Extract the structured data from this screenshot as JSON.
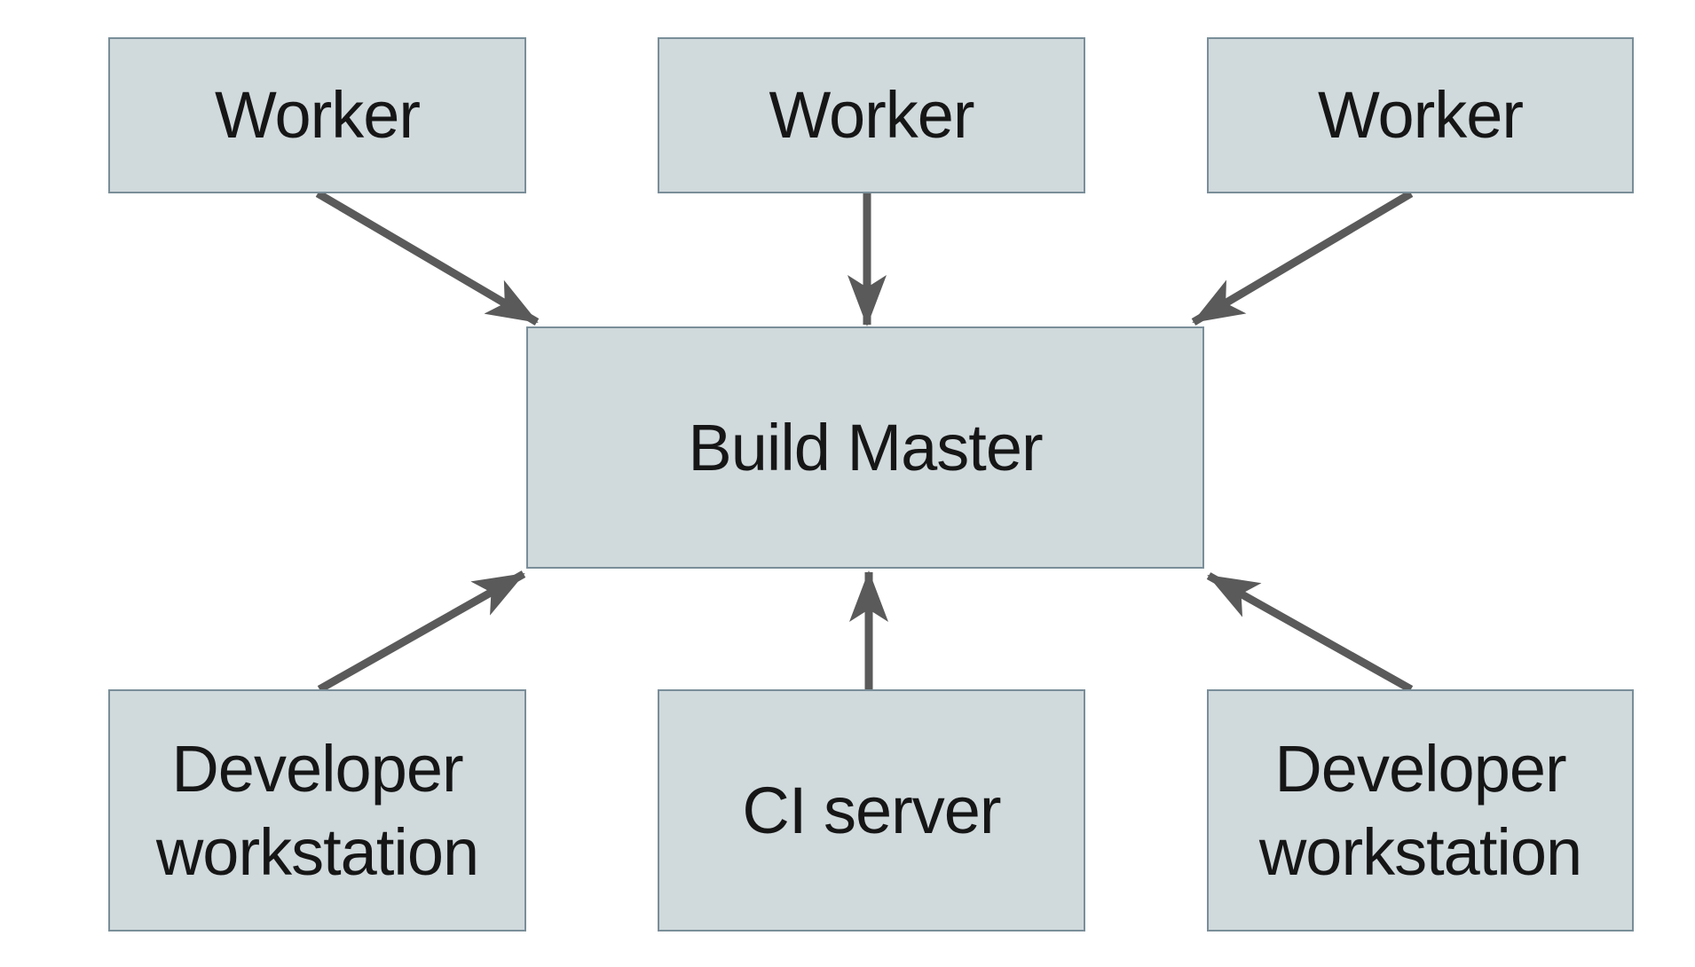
{
  "diagram": {
    "type": "architecture-diagram",
    "nodes": {
      "worker_left": {
        "label": "Worker"
      },
      "worker_middle": {
        "label": "Worker"
      },
      "worker_right": {
        "label": "Worker"
      },
      "build_master": {
        "label": "Build Master"
      },
      "dev_workstation_left": {
        "label": "Developer workstation"
      },
      "ci_server": {
        "label": "CI server"
      },
      "dev_workstation_right": {
        "label": "Developer workstation"
      }
    },
    "edges": [
      {
        "from": "worker_left",
        "to": "build_master"
      },
      {
        "from": "worker_middle",
        "to": "build_master"
      },
      {
        "from": "worker_right",
        "to": "build_master"
      },
      {
        "from": "dev_workstation_left",
        "to": "build_master"
      },
      {
        "from": "ci_server",
        "to": "build_master"
      },
      {
        "from": "dev_workstation_right",
        "to": "build_master"
      }
    ]
  },
  "colors": {
    "background": "#ffffff",
    "node_fill": "#d0d9dc",
    "node_border": "#7a8e99",
    "arrow": "#5a5a5a",
    "text": "#161616"
  }
}
